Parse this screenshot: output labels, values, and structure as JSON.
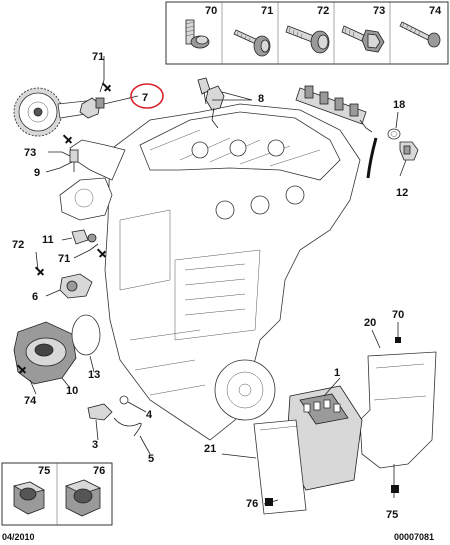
{
  "fastener_table": {
    "headers": [
      "70",
      "71",
      "72",
      "73",
      "74"
    ]
  },
  "nut_table": {
    "headers": [
      "75",
      "76"
    ]
  },
  "callouts": {
    "c1": "1",
    "c3": "3",
    "c4": "4",
    "c5": "5",
    "c6": "6",
    "c7": "7",
    "c8": "8",
    "c9": "9",
    "c10": "10",
    "c11": "11",
    "c12": "12",
    "c13": "13",
    "c18": "18",
    "c20": "20",
    "c21": "21",
    "c70": "70",
    "c71a": "71",
    "c71b": "71",
    "c72": "72",
    "c73": "73",
    "c74": "74",
    "c75": "75",
    "c76": "76"
  },
  "footer": {
    "date": "04/2010",
    "reference": "00007081"
  },
  "colors": {
    "highlight_circle": "#d9232e"
  }
}
